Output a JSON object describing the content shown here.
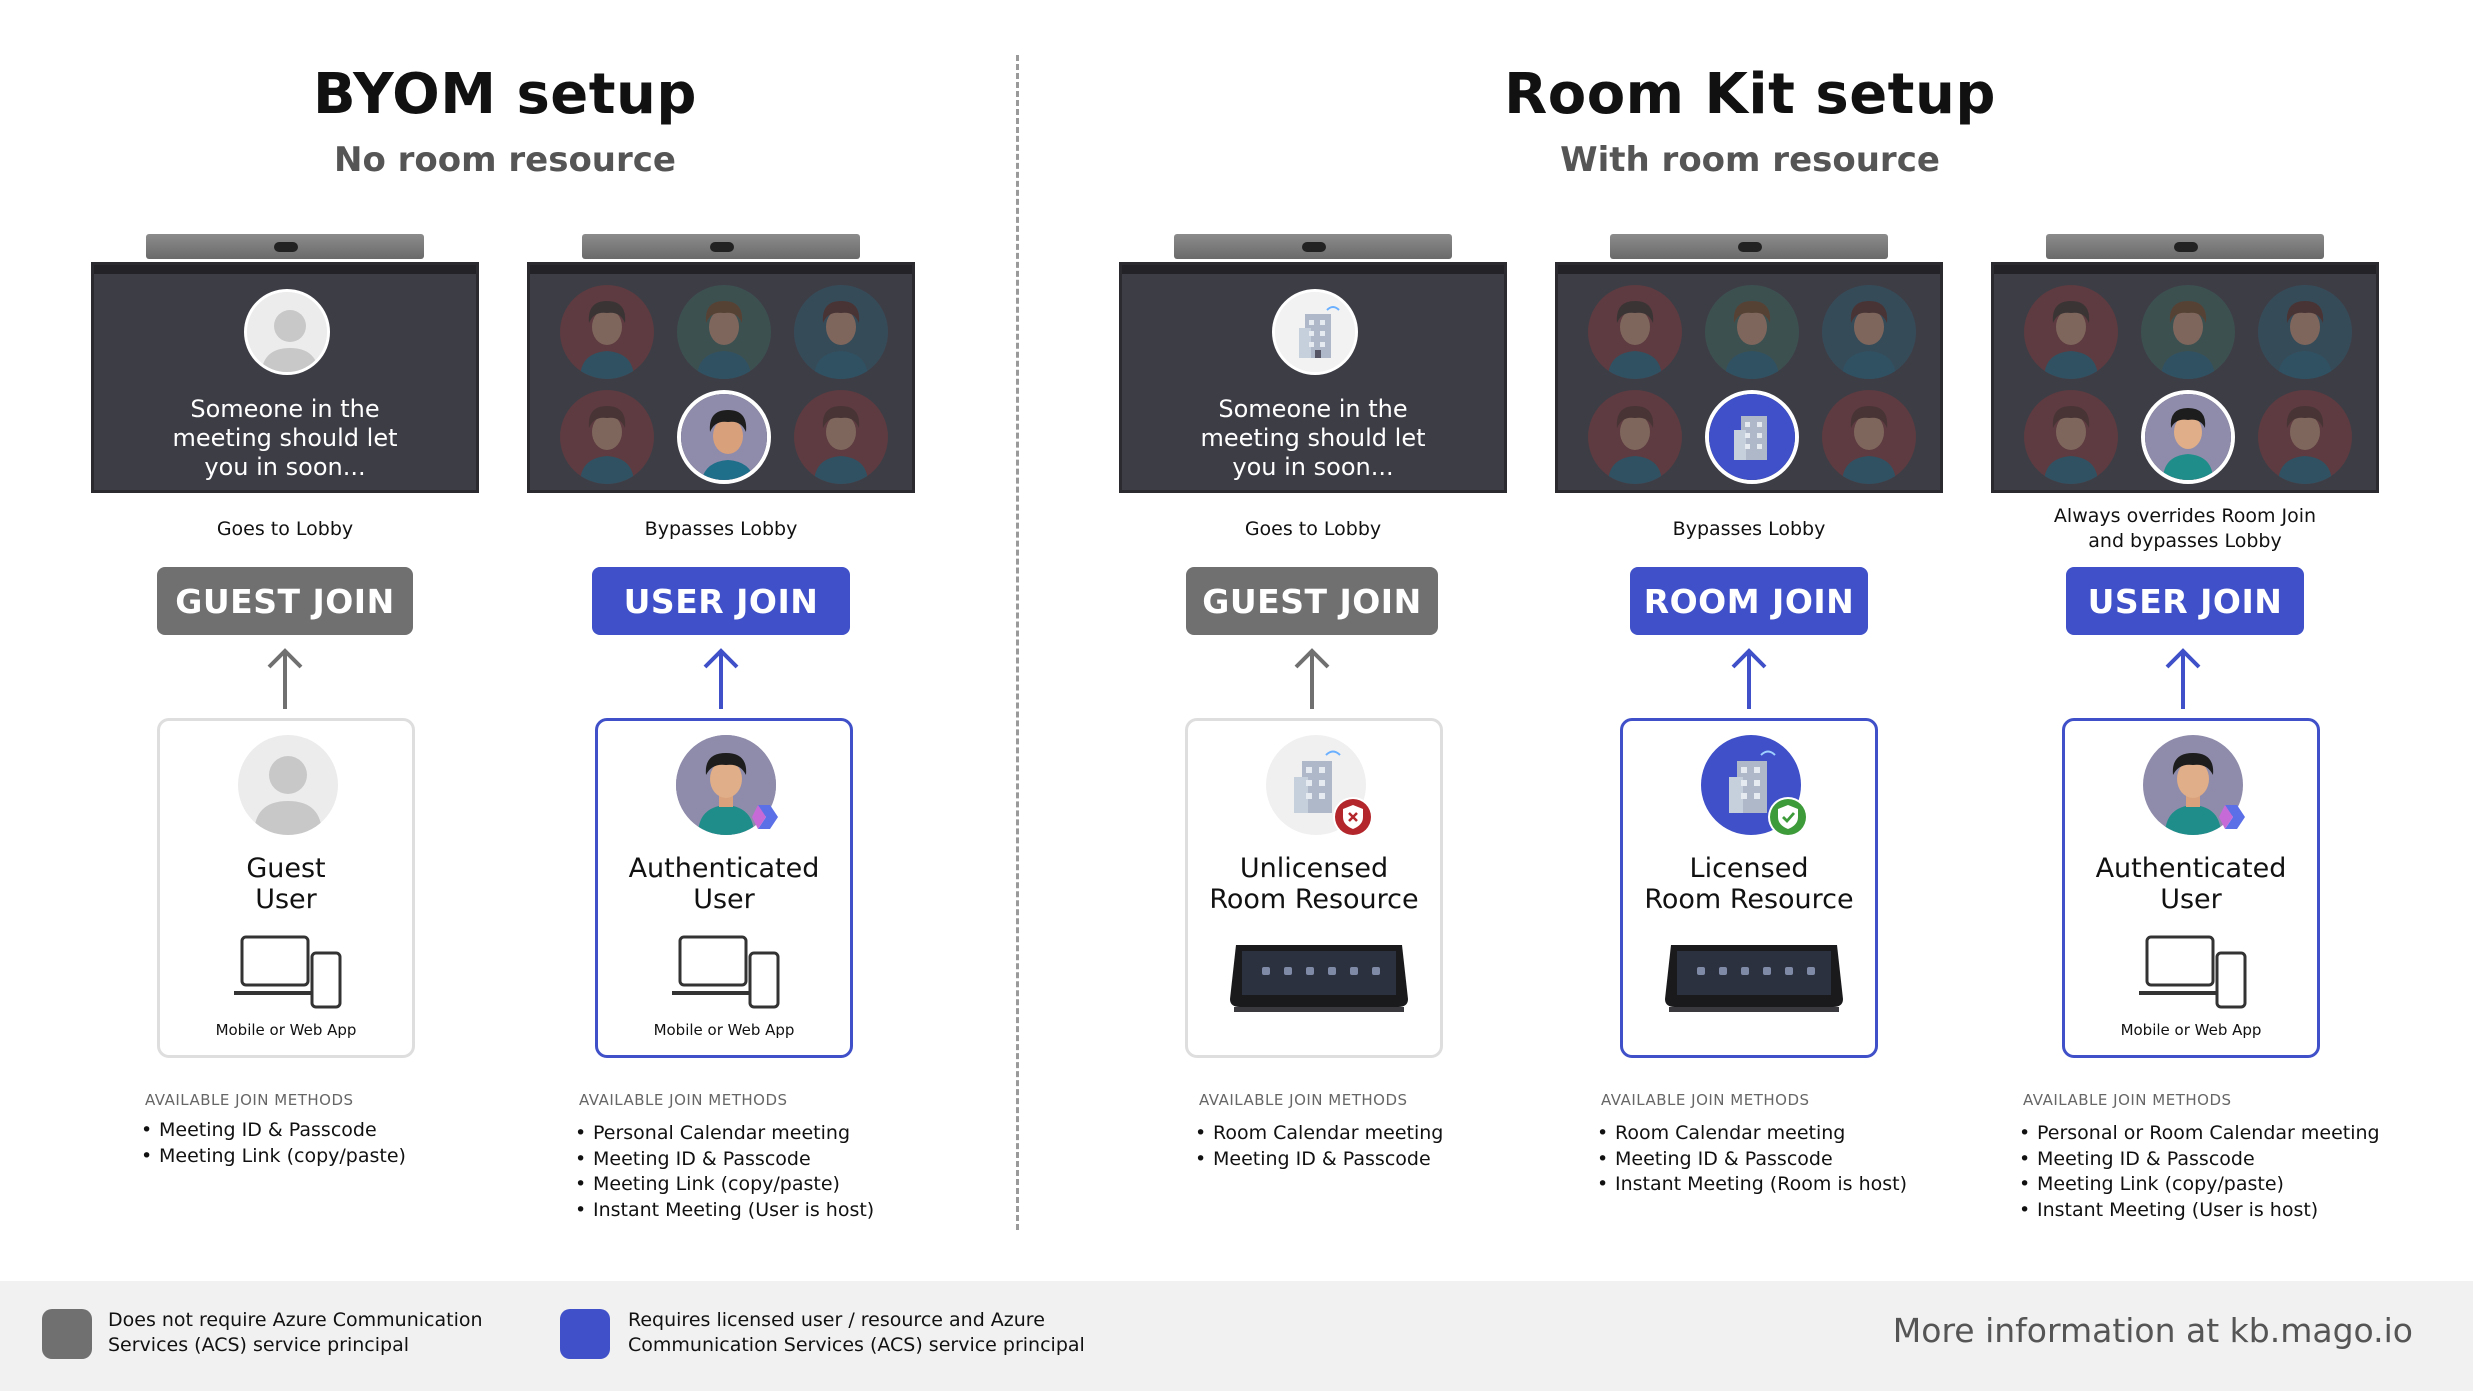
{
  "left_section": {
    "title": "BYOM setup",
    "subtitle": "No room resource"
  },
  "right_section": {
    "title": "Room Kit setup",
    "subtitle": "With room resource"
  },
  "columns": [
    {
      "screen": "lobby",
      "lobby_message": "Someone in the meeting should let you in soon...",
      "under_label": "Goes to Lobby",
      "join_label": "GUEST JOIN",
      "join_color": "#707070",
      "card_title_1": "Guest",
      "card_title_2": "User",
      "device_caption": "Mobile or Web App",
      "methods_heading": "AVAILABLE JOIN METHODS",
      "methods": [
        "Meeting ID & Passcode",
        "Meeting Link (copy/paste)"
      ]
    },
    {
      "screen": "grid",
      "under_label": "Bypasses Lobby",
      "join_label": "USER JOIN",
      "join_color": "#3f50c8",
      "card_title_1": "Authenticated",
      "card_title_2": "User",
      "device_caption": "Mobile or Web App",
      "methods_heading": "AVAILABLE JOIN METHODS",
      "methods": [
        "Personal Calendar meeting",
        "Meeting ID & Passcode",
        "Meeting Link (copy/paste)",
        "Instant Meeting (User is host)"
      ]
    },
    {
      "screen": "lobby",
      "lobby_message": "Someone in the meeting should let you in soon...",
      "under_label": "Goes to Lobby",
      "join_label": "GUEST JOIN",
      "join_color": "#707070",
      "card_title_1": "Unlicensed",
      "card_title_2": "Room Resource",
      "methods_heading": "AVAILABLE JOIN METHODS",
      "methods": [
        "Room Calendar meeting",
        "Meeting ID & Passcode"
      ]
    },
    {
      "screen": "grid",
      "under_label": "Bypasses Lobby",
      "join_label": "ROOM JOIN",
      "join_color": "#3f50c8",
      "card_title_1": "Licensed",
      "card_title_2": "Room Resource",
      "methods_heading": "AVAILABLE JOIN METHODS",
      "methods": [
        "Room Calendar meeting",
        "Meeting ID & Passcode",
        "Instant Meeting (Room is host)"
      ]
    },
    {
      "screen": "grid",
      "under_label_1": "Always overrides Room Join",
      "under_label_2": "and bypasses Lobby",
      "join_label": "USER JOIN",
      "join_color": "#3f50c8",
      "card_title_1": "Authenticated",
      "card_title_2": "User",
      "device_caption": "Mobile or Web App",
      "methods_heading": "AVAILABLE JOIN METHODS",
      "methods": [
        "Personal or Room Calendar meeting",
        "Meeting ID & Passcode",
        "Meeting Link (copy/paste)",
        "Instant Meeting (User is host)"
      ]
    }
  ],
  "legend": {
    "gray_line_1": "Does not require Azure Communication",
    "gray_line_2": "Services (ACS) service principal",
    "blue_line_1": "Requires licensed user / resource and Azure",
    "blue_line_2": "Communication Services (ACS) service principal"
  },
  "footer_link": "More information at kb.mago.io",
  "colors": {
    "gray": "#707070",
    "blue": "#3f50c8",
    "background": "#ffffff",
    "footer": "#f1f1f1"
  }
}
